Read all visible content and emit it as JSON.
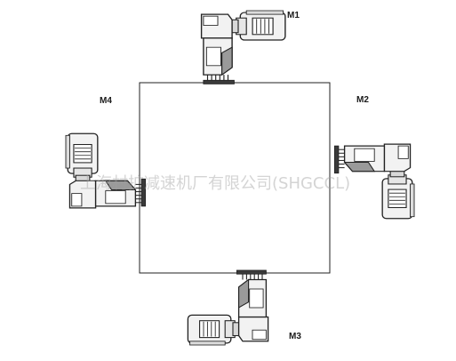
{
  "diagram": {
    "positions": [
      {
        "id": "M1",
        "label": "M1"
      },
      {
        "id": "M2",
        "label": "M2"
      },
      {
        "id": "M3",
        "label": "M3"
      },
      {
        "id": "M4",
        "label": "M4"
      }
    ],
    "watermark": "上海村扩减速机厂有限公司(SHGCCL)",
    "colors": {
      "line": "#222222",
      "fill": "#f2f2f2",
      "shade": "#9a9a9a",
      "dark": "#3a3a3a"
    }
  }
}
